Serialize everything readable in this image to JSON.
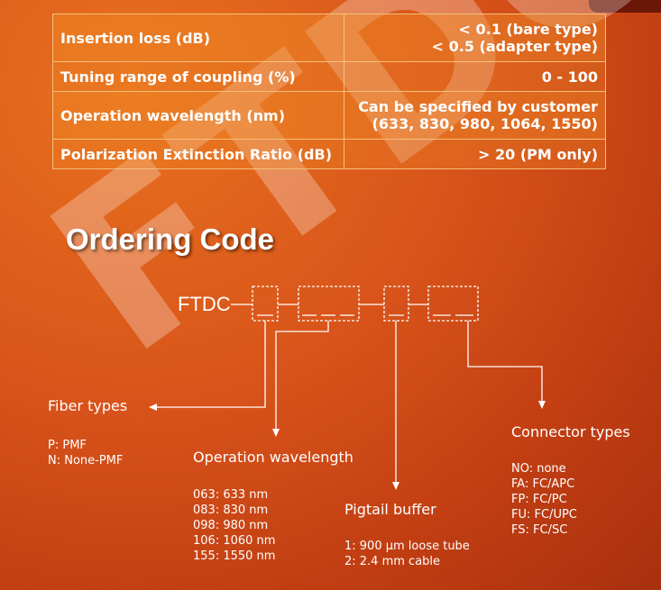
{
  "watermark": "FTDC",
  "spec_table": [
    {
      "label": "Insertion loss (dB)",
      "value_lines": [
        "< 0.1 (bare type)",
        "< 0.5 (adapter type)"
      ]
    },
    {
      "label": "Tuning range of coupling (%)",
      "value_lines": [
        "0 - 100"
      ]
    },
    {
      "label": "Operation wavelength (nm)",
      "value_lines": [
        "Can be specified by customer",
        "(633, 830, 980, 1064, 1550)"
      ]
    },
    {
      "label": "Polarization Extinction Ratio (dB)",
      "value_lines": [
        "> 20 (PM only)"
      ]
    }
  ],
  "ordering": {
    "title": "Ordering Code",
    "code_prefix": "FTDC",
    "fiber_types": {
      "title": "Fiber types",
      "items": [
        "P: PMF",
        "N: None-PMF"
      ]
    },
    "operation_wavelength": {
      "title": "Operation wavelength",
      "items": [
        "063: 633 nm",
        "083: 830 nm",
        "098: 980 nm",
        "106: 1060 nm",
        "155: 1550 nm"
      ]
    },
    "pigtail_buffer": {
      "title": "Pigtail buffer",
      "items": [
        "1: 900 μm loose tube",
        "2: 2.4 mm cable"
      ]
    },
    "connector_types": {
      "title": "Connector types",
      "items": [
        "NO: none",
        "FA: FC/APC",
        "FP: FC/PC",
        "FU: FC/UPC",
        "FS: FC/SC"
      ]
    }
  },
  "colors": {
    "background": "#d8531a",
    "table_border": "#f4c07a",
    "text": "#ffffff"
  }
}
